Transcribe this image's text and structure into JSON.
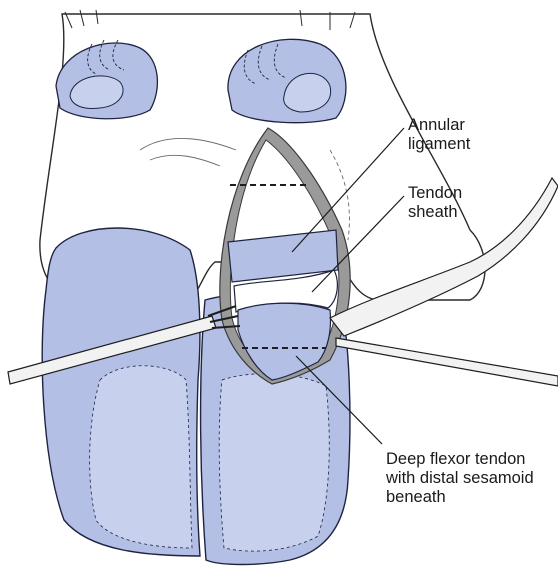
{
  "labels": {
    "annular": "Annular\nligament",
    "sheath": "Tendon\nsheath",
    "flexor": "Deep flexor tendon\nwith distal sesamoid\nbeneath"
  },
  "colors": {
    "hoof_fill": "#b3bfe4",
    "hoof_inner": "#c7d0ec",
    "hoof_stroke": "#1e2440",
    "skin": "#ffffff",
    "incision_edge": "#8a8a8a",
    "instrument": "#f2f2f2"
  }
}
